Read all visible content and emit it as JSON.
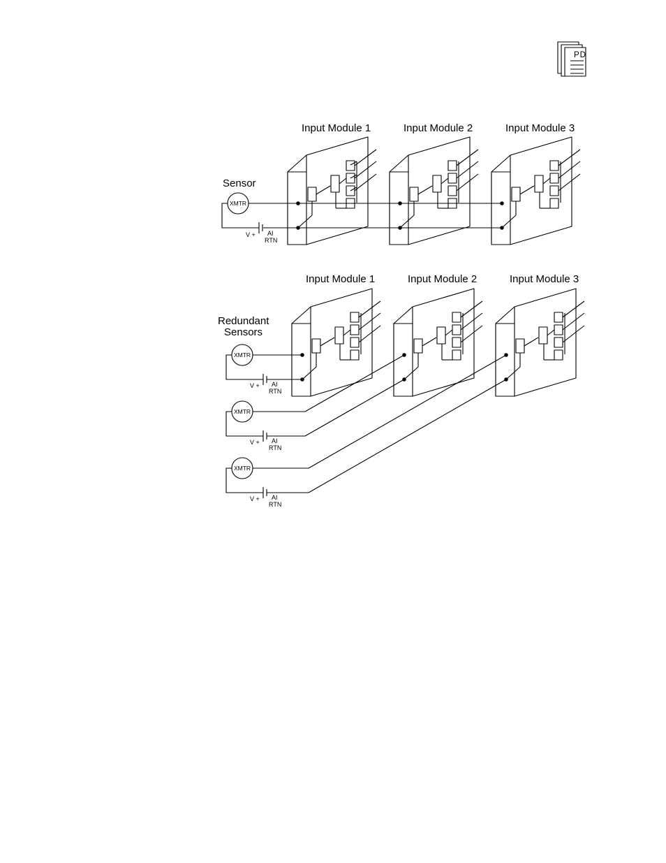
{
  "badge": {
    "text": "PD"
  },
  "top_diagram": {
    "modules": [
      "Input Module 1",
      "Input Module 2",
      "Input Module 3"
    ],
    "sensor_label": "Sensor",
    "xmtr": "XMTR",
    "v_plus": "V +",
    "ai": "AI",
    "rtn": "RTN"
  },
  "bottom_diagram": {
    "modules": [
      "Input Module 1",
      "Input Module 2",
      "Input Module 3"
    ],
    "sensors_label_line1": "Redundant",
    "sensors_label_line2": "Sensors",
    "sensors": [
      {
        "xmtr": "XMTR",
        "v_plus": "V +",
        "ai": "AI",
        "rtn": "RTN"
      },
      {
        "xmtr": "XMTR",
        "v_plus": "V +",
        "ai": "AI",
        "rtn": "RTN"
      },
      {
        "xmtr": "XMTR",
        "v_plus": "V +",
        "ai": "AI",
        "rtn": "RTN"
      }
    ]
  }
}
